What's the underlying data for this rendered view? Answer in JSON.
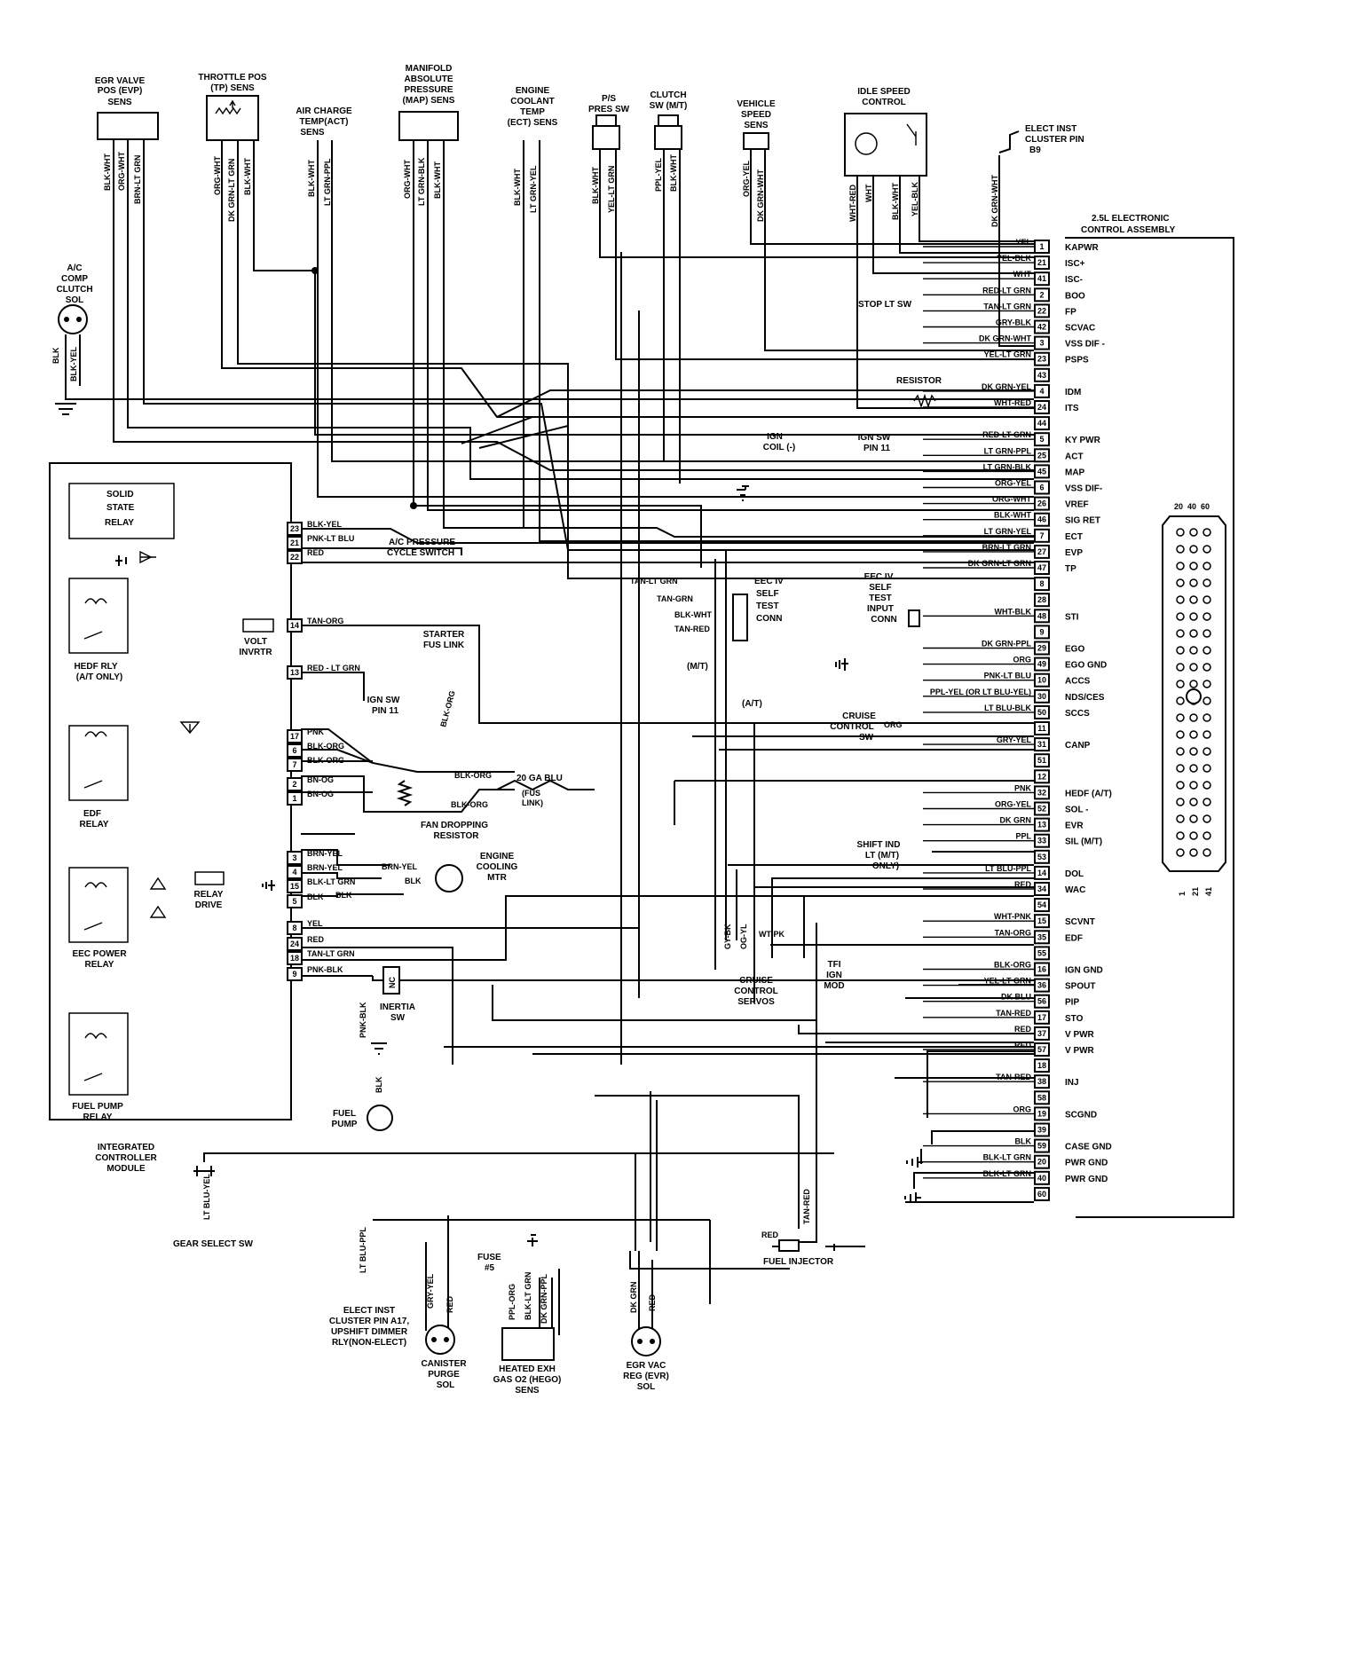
{
  "sensors": {
    "evp": [
      "EGR VALVE",
      "POS (EVP)",
      "SENS"
    ],
    "tp": [
      "THROTTLE POS",
      "(TP) SENS"
    ],
    "act": [
      "AIR CHARGE",
      "TEMP(ACT)",
      "SENS"
    ],
    "map": [
      "MANIFOLD",
      "ABSOLUTE",
      "PRESSURE",
      "(MAP) SENS"
    ],
    "ect": [
      "ENGINE",
      "COOLANT",
      "TEMP",
      "(ECT) SENS"
    ],
    "ps": [
      "P/S",
      "PRES SW"
    ],
    "clutch": [
      "CLUTCH",
      "SW (M/T)"
    ],
    "vss": [
      "VEHICLE",
      "SPEED",
      "SENS"
    ],
    "isc": [
      "IDLE SPEED",
      "CONTROL"
    ],
    "cluster_b9": [
      "ELECT INST",
      "CLUSTER PIN",
      "B9"
    ]
  },
  "top_wires": {
    "evp": [
      "BLK-WHT",
      "ORG-WHT",
      "BRN-LT GRN"
    ],
    "tp": [
      "ORG-WHT",
      "DK GRN-LT GRN",
      "BLK-WHT"
    ],
    "act": [
      "BLK-WHT",
      "LT GRN-PPL"
    ],
    "map": [
      "ORG-WHT",
      "LT GRN-BLK",
      "BLK-WHT"
    ],
    "ect": [
      "BLK-WHT",
      "LT GRN-YEL"
    ],
    "ps": [
      "BLK-WHT",
      "YEL-LT GRN"
    ],
    "clutch": [
      "PPL-YEL",
      "BLK-WHT"
    ],
    "vss": [
      "ORG-YEL",
      "DK GRN-WHT"
    ],
    "isc": [
      "WHT-RED",
      "WHT",
      "BLK-WHT",
      "YEL-BLK"
    ],
    "cluster": "DK GRN-WHT"
  },
  "ac_clutch": {
    "label": [
      "A/C",
      "COMP",
      "CLUTCH",
      "SOL"
    ],
    "wires": [
      "BLK",
      "BLK-YEL"
    ]
  },
  "eca": {
    "title": [
      "2.5L ELECTRONIC",
      "CONTROL ASSEMBLY"
    ],
    "rows": [
      {
        "wire": "YEL",
        "pin": "1",
        "name": "KAPWR"
      },
      {
        "wire": "YEL-BLK",
        "pin": "21",
        "name": "ISC+"
      },
      {
        "wire": "WHT",
        "pin": "41",
        "name": "ISC-"
      },
      {
        "wire": "RED-LT GRN",
        "pin": "2",
        "name": "BOO"
      },
      {
        "wire": "TAN-LT GRN",
        "pin": "22",
        "name": "FP"
      },
      {
        "wire": "GRY-BLK",
        "pin": "42",
        "name": "SCVAC"
      },
      {
        "wire": "DK GRN-WHT",
        "pin": "3",
        "name": "VSS DIF -"
      },
      {
        "wire": "YEL-LT GRN",
        "pin": "23",
        "name": "PSPS"
      },
      {
        "wire": "",
        "pin": "43",
        "name": ""
      },
      {
        "wire": "DK GRN-YEL",
        "pin": "4",
        "name": "IDM"
      },
      {
        "wire": "WHT-RED",
        "pin": "24",
        "name": "ITS"
      },
      {
        "wire": "",
        "pin": "44",
        "name": ""
      },
      {
        "wire": "RED-LT GRN",
        "pin": "5",
        "name": "KY PWR"
      },
      {
        "wire": "LT GRN-PPL",
        "pin": "25",
        "name": "ACT"
      },
      {
        "wire": "LT GRN-BLK",
        "pin": "45",
        "name": "MAP"
      },
      {
        "wire": "ORG-YEL",
        "pin": "6",
        "name": "VSS DIF-"
      },
      {
        "wire": "ORG-WHT",
        "pin": "26",
        "name": "VREF"
      },
      {
        "wire": "BLK-WHT",
        "pin": "46",
        "name": "SIG RET"
      },
      {
        "wire": "LT GRN-YEL",
        "pin": "7",
        "name": "ECT"
      },
      {
        "wire": "BRN-LT GRN",
        "pin": "27",
        "name": "EVP"
      },
      {
        "wire": "DK GRN-LT GRN",
        "pin": "47",
        "name": "TP"
      },
      {
        "wire": "",
        "pin": "8",
        "name": ""
      },
      {
        "wire": "",
        "pin": "28",
        "name": ""
      },
      {
        "wire": "WHT-BLK",
        "pin": "48",
        "name": "STI"
      },
      {
        "wire": "",
        "pin": "9",
        "name": ""
      },
      {
        "wire": "DK GRN-PPL",
        "pin": "29",
        "name": "EGO"
      },
      {
        "wire": "ORG",
        "pin": "49",
        "name": "EGO GND"
      },
      {
        "wire": "PNK-LT BLU",
        "pin": "10",
        "name": "ACCS"
      },
      {
        "wire": "PPL-YEL (OR LT BLU-YEL)",
        "pin": "30",
        "name": "NDS/CES"
      },
      {
        "wire": "LT BLU-BLK",
        "pin": "50",
        "name": "SCCS"
      },
      {
        "wire": "",
        "pin": "11",
        "name": ""
      },
      {
        "wire": "GRY-YEL",
        "pin": "31",
        "name": "CANP"
      },
      {
        "wire": "",
        "pin": "51",
        "name": ""
      },
      {
        "wire": "",
        "pin": "12",
        "name": ""
      },
      {
        "wire": "PNK",
        "pin": "32",
        "name": "HEDF (A/T)"
      },
      {
        "wire": "ORG-YEL",
        "pin": "52",
        "name": "SOL -"
      },
      {
        "wire": "DK GRN",
        "pin": "13",
        "name": "EVR"
      },
      {
        "wire": "PPL",
        "pin": "33",
        "name": "SIL (M/T)"
      },
      {
        "wire": "",
        "pin": "53",
        "name": ""
      },
      {
        "wire": "LT BLU-PPL",
        "pin": "14",
        "name": "DOL"
      },
      {
        "wire": "RED",
        "pin": "34",
        "name": "WAC"
      },
      {
        "wire": "",
        "pin": "54",
        "name": ""
      },
      {
        "wire": "WHT-PNK",
        "pin": "15",
        "name": "SCVNT"
      },
      {
        "wire": "TAN-ORG",
        "pin": "35",
        "name": "EDF"
      },
      {
        "wire": "",
        "pin": "55",
        "name": ""
      },
      {
        "wire": "BLK-ORG",
        "pin": "16",
        "name": "IGN GND"
      },
      {
        "wire": "YEL-LT GRN",
        "pin": "36",
        "name": "SPOUT"
      },
      {
        "wire": "DK BLU",
        "pin": "56",
        "name": "PIP"
      },
      {
        "wire": "TAN-RED",
        "pin": "17",
        "name": "STO"
      },
      {
        "wire": "RED",
        "pin": "37",
        "name": "V PWR"
      },
      {
        "wire": "RED",
        "pin": "57",
        "name": "V PWR"
      },
      {
        "wire": "",
        "pin": "18",
        "name": ""
      },
      {
        "wire": "TAN-RED",
        "pin": "38",
        "name": "INJ"
      },
      {
        "wire": "",
        "pin": "58",
        "name": ""
      },
      {
        "wire": "ORG",
        "pin": "19",
        "name": "SCGND"
      },
      {
        "wire": "",
        "pin": "39",
        "name": ""
      },
      {
        "wire": "BLK",
        "pin": "59",
        "name": "CASE GND"
      },
      {
        "wire": "BLK-LT GRN",
        "pin": "20",
        "name": "PWR GND"
      },
      {
        "wire": "BLK-LT GRN",
        "pin": "40",
        "name": "PWR GND"
      },
      {
        "wire": "",
        "pin": "60",
        "name": ""
      }
    ]
  },
  "mid_labels": {
    "stop_lt_sw": "STOP LT SW",
    "resistor": "RESISTOR",
    "ign_coil": [
      "IGN",
      "COIL (-)"
    ],
    "ign_sw_pin11": [
      "IGN SW",
      "PIN 11"
    ],
    "eec_self_test": [
      "EEC IV",
      "SELF",
      "TEST",
      "CONN"
    ],
    "eec_self_test_input": [
      "EEC IV",
      "SELF",
      "TEST",
      "INPUT",
      "CONN"
    ],
    "self_test_wires": [
      "TAN-LT GRN",
      "TAN-GRN",
      "BLK-WHT",
      "TAN-RED"
    ],
    "cruise_control_sw": [
      "CRUISE",
      "CONTROL",
      "SW"
    ],
    "cruise_orgwire": "ORG",
    "shift_ind": [
      "SHIFT IND",
      "LT (M/T)",
      "ONLY)"
    ],
    "tfi": [
      "TFI",
      "IGN",
      "MOD"
    ],
    "cruise_servos": [
      "CRUISE",
      "CONTROL",
      "SERVOS"
    ],
    "servo_wires": [
      "GY-BK",
      "OG-YL",
      "WT-PK"
    ],
    "mt": "(M/T)",
    "at": "(A/T)",
    "fuel_injector": "FUEL INJECTOR",
    "fi_wires": [
      "RED",
      "TAN-RED"
    ]
  },
  "icm": {
    "title": [
      "INTEGRATED",
      "CONTROLLER",
      "MODULE"
    ],
    "solid_state_relay": [
      "SOLID",
      "STATE",
      "RELAY"
    ],
    "hedf_rly": [
      "HEDF RLY",
      "(A/T ONLY)"
    ],
    "edf_relay": [
      "EDF",
      "RELAY"
    ],
    "eec_power_relay": [
      "EEC POWER",
      "RELAY"
    ],
    "fuel_pump_relay": [
      "FUEL PUMP",
      "RELAY"
    ],
    "volt_invrtr": [
      "VOLT",
      "INVRTR"
    ],
    "relay_drive": [
      "RELAY",
      "DRIVE"
    ],
    "pins": [
      {
        "pin": "23",
        "wire": "BLK-YEL"
      },
      {
        "pin": "21",
        "wire": "PNK-LT BLU"
      },
      {
        "pin": "22",
        "wire": "RED"
      },
      {
        "pin": "14",
        "wire": "TAN-ORG"
      },
      {
        "pin": "13",
        "wire": "RED - LT GRN"
      },
      {
        "pin": "17",
        "wire": "PNK"
      },
      {
        "pin": "6",
        "wire": "BLK-ORG"
      },
      {
        "pin": "7",
        "wire": "BLK-ORG"
      },
      {
        "pin": "2",
        "wire": "BN-OG"
      },
      {
        "pin": "1",
        "wire": "BN-OG"
      },
      {
        "pin": "3",
        "wire": "BRN-YEL"
      },
      {
        "pin": "4",
        "wire": "BRN-YEL"
      },
      {
        "pin": "15",
        "wire": "BLK-LT GRN"
      },
      {
        "pin": "5",
        "wire": "BLK"
      },
      {
        "pin": "8",
        "wire": "YEL"
      },
      {
        "pin": "24",
        "wire": "RED"
      },
      {
        "pin": "18",
        "wire": "TAN-LT GRN"
      },
      {
        "pin": "9",
        "wire": "PNK-BLK"
      }
    ]
  },
  "left_labels": {
    "ac_pressure": [
      "A/C PRESSURE",
      "CYCLE SWITCH"
    ],
    "starter_fus": [
      "STARTER",
      "FUS LINK"
    ],
    "blk_org_v": "BLK-ORG",
    "ign_sw_pin11": [
      "IGN SW",
      "PIN 11"
    ],
    "blk_org": "BLK-ORG",
    "blu_20ga": "20 GA BLU",
    "fus_link": [
      "(FUS",
      "LINK)"
    ],
    "fan_dropping": [
      "FAN DROPPING",
      "RESISTOR"
    ],
    "brn_yel": "BRN-YEL",
    "blk": "BLK",
    "engine_cooling": [
      "ENGINE",
      "COOLING",
      "MTR"
    ],
    "inertia_sw": [
      "INERTIA",
      "SW"
    ],
    "nc": "NC",
    "pnk_blk": "PNK-BLK",
    "blk_v": "BLK",
    "fuel_pump": [
      "FUEL",
      "PUMP"
    ]
  },
  "bottom": {
    "gear_select": "GEAR SELECT SW",
    "lt_blu_yel": "LT BLU-YEL",
    "lt_blu_ppl": "LT BLU-PPL",
    "cluster_a17": [
      "ELECT INST",
      "CLUSTER PIN A17,",
      "UPSHIFT DIMMER",
      "RLY(NON-ELECT)"
    ],
    "canister": [
      "CANISTER",
      "PURGE",
      "SOL"
    ],
    "canister_wires": [
      "GRY-YEL",
      "RED"
    ],
    "fuse5": [
      "FUSE",
      "#5"
    ],
    "hego_wires": [
      "PPL-ORG",
      "BLK-LT GRN",
      "DK GRN-PPL"
    ],
    "hego": [
      "HEATED EXH",
      "GAS O2 (HEGO)",
      "SENS"
    ],
    "evr_wires": [
      "DK GRN",
      "RED"
    ],
    "evr": [
      "EGR VAC",
      "REG (EVR)",
      "SOL"
    ]
  },
  "connector_labels": [
    "20",
    "40",
    "60",
    "1",
    "21",
    "41"
  ]
}
